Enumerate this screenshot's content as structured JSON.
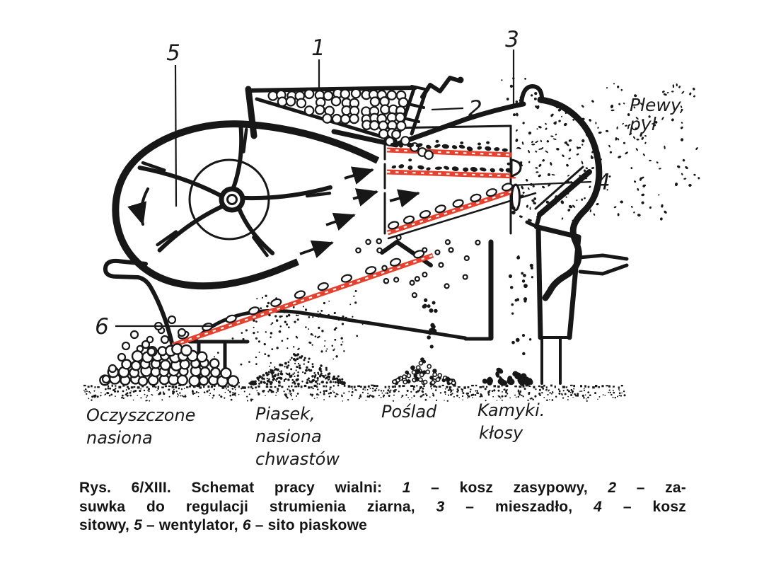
{
  "figure_labels": {
    "plewy_line1": "Plewy,",
    "plewy_line2": "pył",
    "out1_line1": "Oczyszczone",
    "out1_line2": "nasiona",
    "out2_line1": "Piasek,",
    "out2_line2": "nasiona",
    "out2_line3": "chwastów",
    "out3_line1": "Poślad",
    "out4_line1": "Kamyki.",
    "out4_line2": "kłosy"
  },
  "callouts": {
    "c1": "1",
    "c2": "2",
    "c3": "3",
    "c4": "4",
    "c5": "5",
    "c6": "6"
  },
  "caption": {
    "line1": [
      "Rys. 6/XIII. Schemat pracy wialni: ",
      "1",
      " – kosz zasypowy, ",
      "2",
      " – za-"
    ],
    "line2": [
      "suwka do regulacji strumienia ziarna, ",
      "3",
      " – mieszadło, ",
      "4",
      " – kosz"
    ],
    "line3": [
      "sitowy, ",
      "5",
      " – wentylator, ",
      "6",
      " – sito piaskowe"
    ]
  },
  "colors": {
    "sieve_red": "#e8402c",
    "ink": "#171717"
  }
}
